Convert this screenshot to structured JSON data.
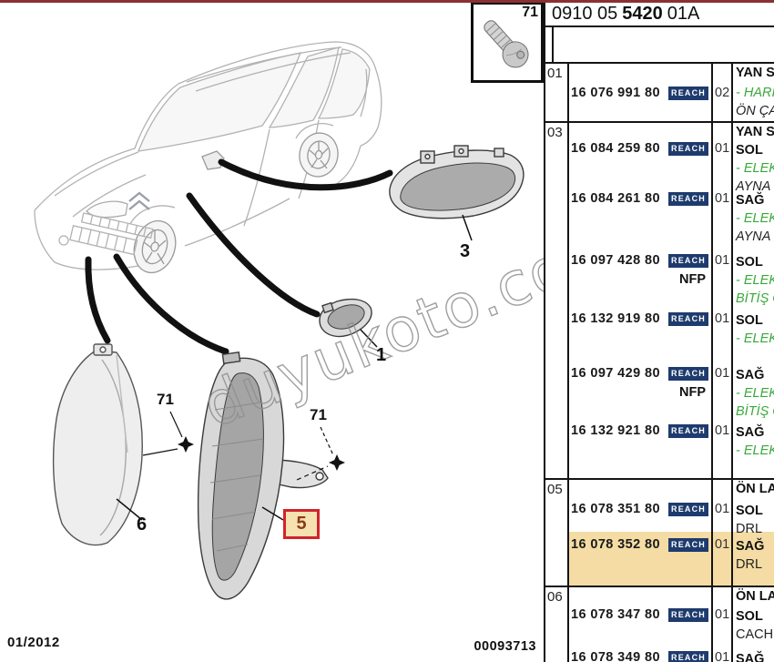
{
  "page": {
    "watermark": "duyukoto.com",
    "date_code": "01/2012",
    "doc_number": "00093713"
  },
  "header": {
    "code_normal": "0910 05",
    "code_bold": "5420",
    "code_suffix": "01A"
  },
  "diagram": {
    "screw_box_label": "71",
    "labels": {
      "part1": "1",
      "part3": "3",
      "part5": "5",
      "part6": "6",
      "screw_left": "71",
      "screw_right": "71"
    }
  },
  "table": {
    "reach_label": "REACH",
    "sections": [
      {
        "ref": "01",
        "title": "YAN SİN",
        "rows": [
          {
            "part": "16 076 991 80",
            "qty": "02",
            "note1": "- HARİ",
            "note2": "ÖN ÇA"
          }
        ]
      },
      {
        "ref": "03",
        "title": "YAN SİN",
        "rows": [
          {
            "part": "16 084 259 80",
            "qty": "01",
            "name": "SOL",
            "note1": "- ELEK",
            "note2": "AYNA"
          },
          {
            "part": "16 084 261 80",
            "qty": "01",
            "name": "SAĞ",
            "note1": "- ELEK",
            "note2": "AYNA"
          },
          {
            "part": "16 097 428 80",
            "nfp": "NFP",
            "qty": "01",
            "name": "SOL",
            "note1": "- ELEK",
            "note2": "BİTİŞ Ç"
          },
          {
            "part": "16 132 919 80",
            "qty": "01",
            "name": "SOL",
            "note1": "- ELEK"
          },
          {
            "part": "16 097 429 80",
            "nfp": "NFP",
            "qty": "01",
            "name": "SAĞ",
            "note1": "- ELEK",
            "note2": "BİTİŞ Ç"
          },
          {
            "part": "16 132 921 80",
            "qty": "01",
            "name": "SAĞ",
            "note1": "- ELEK"
          }
        ]
      },
      {
        "ref": "05",
        "title": "ÖN LAM",
        "rows": [
          {
            "part": "16 078 351 80",
            "qty": "01",
            "name": "SOL",
            "plain": "DRL"
          },
          {
            "part": "16 078 352 80",
            "qty": "01",
            "name": "SAĞ",
            "plain": "DRL",
            "highlight": true
          }
        ]
      },
      {
        "ref": "06",
        "title": "ÖN LAM",
        "rows": [
          {
            "part": "16 078 347 80",
            "qty": "01",
            "name": "SOL",
            "plain": "CACHE"
          },
          {
            "part": "16 078 349 80",
            "qty": "01",
            "name": "SAĞ"
          }
        ]
      }
    ]
  },
  "colors": {
    "reach_badge_bg": "#1e3b6e",
    "row_highlight": "#f4dca4",
    "note_green": "#3aa83a",
    "callout_border_red": "#d2232a",
    "callout_fill": "#f6e2b0",
    "page_top_border": "#8a3033"
  }
}
